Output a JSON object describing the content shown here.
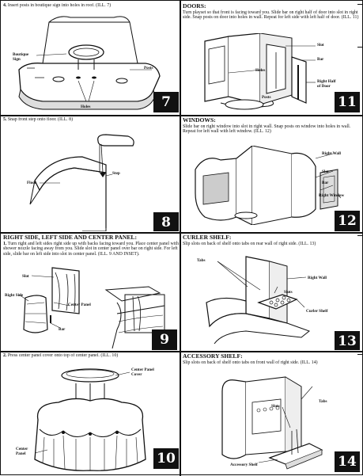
{
  "panels": {
    "p7": {
      "step": "4.",
      "text": "Insert posts in boutique sign into holes in roof. (ILL. 7)",
      "number": "7",
      "labels": {
        "boutique_sign": "Boutique\nSign",
        "posts": "Posts",
        "holes": "Holes"
      }
    },
    "p11": {
      "title": "DOORS:",
      "text": "Turn playset so that front is facing toward you. Slide bar on right half of door into slot in right side. Snap posts on door into holes in wall. Repeat for left side with left half of door. (ILL. 11)",
      "number": "11",
      "labels": {
        "slot": "Slot",
        "bar": "Bar",
        "holes": "Holes",
        "right_half": "Right Half\nof Door",
        "posts": "Posts"
      }
    },
    "p8": {
      "step": "5.",
      "text": "Snap front step onto floor. (ILL. 8)",
      "number": "8",
      "labels": {
        "floor": "Floor",
        "step": "Step"
      }
    },
    "p12": {
      "title": "WINDOWS:",
      "text": "Slide bar on right window into slot in right wall. Snap posts on window into holes in wall. Repeat for left wall with left window. (ILL. 12)",
      "number": "12",
      "labels": {
        "right_wall": "Right Wall",
        "slot": "Slot",
        "bar": "Bar",
        "right_window": "Right Window"
      }
    },
    "p9": {
      "title": "RIGHT SIDE, LEFT SIDE AND CENTER PANEL:",
      "step": "1.",
      "text": "Turn right and left sides right side up with backs facing toward you. Place center panel with shower nozzle facing away from you. Slide slot in center panel over bar on right side. For left side, slide bar on left side into slot in center panel. (ILL. 9 AND INSET).",
      "number": "9",
      "labels": {
        "slot": "Slot",
        "right_side": "Right Side",
        "center_panel": "Center Panel",
        "bar": "Bar"
      }
    },
    "p13": {
      "title": "CURLER SHELF:",
      "text": "Slip slots on back of shelf onto tabs on rear wall of right side. (ILL. 13)",
      "number": "13",
      "labels": {
        "tabs": "Tabs",
        "right_wall": "Right Wall",
        "slots": "Slots",
        "curler_shelf": "Curler Shelf"
      }
    },
    "p10": {
      "step": "2.",
      "text": "Press center panel cover onto top of center panel. (ILL. 10)",
      "number": "10",
      "labels": {
        "cover": "Center Panel\nCover",
        "center_panel": "Center\nPanel"
      }
    },
    "p14": {
      "title": "ACCESSORY SHELF:",
      "text": "Slip slots on back of shelf onto tabs on front wall of right side. (ILL. 14)",
      "number": "14",
      "labels": {
        "slots": "Slots",
        "tabs": "Tabs",
        "accessory_shelf": "Accessory Shelf"
      }
    }
  }
}
